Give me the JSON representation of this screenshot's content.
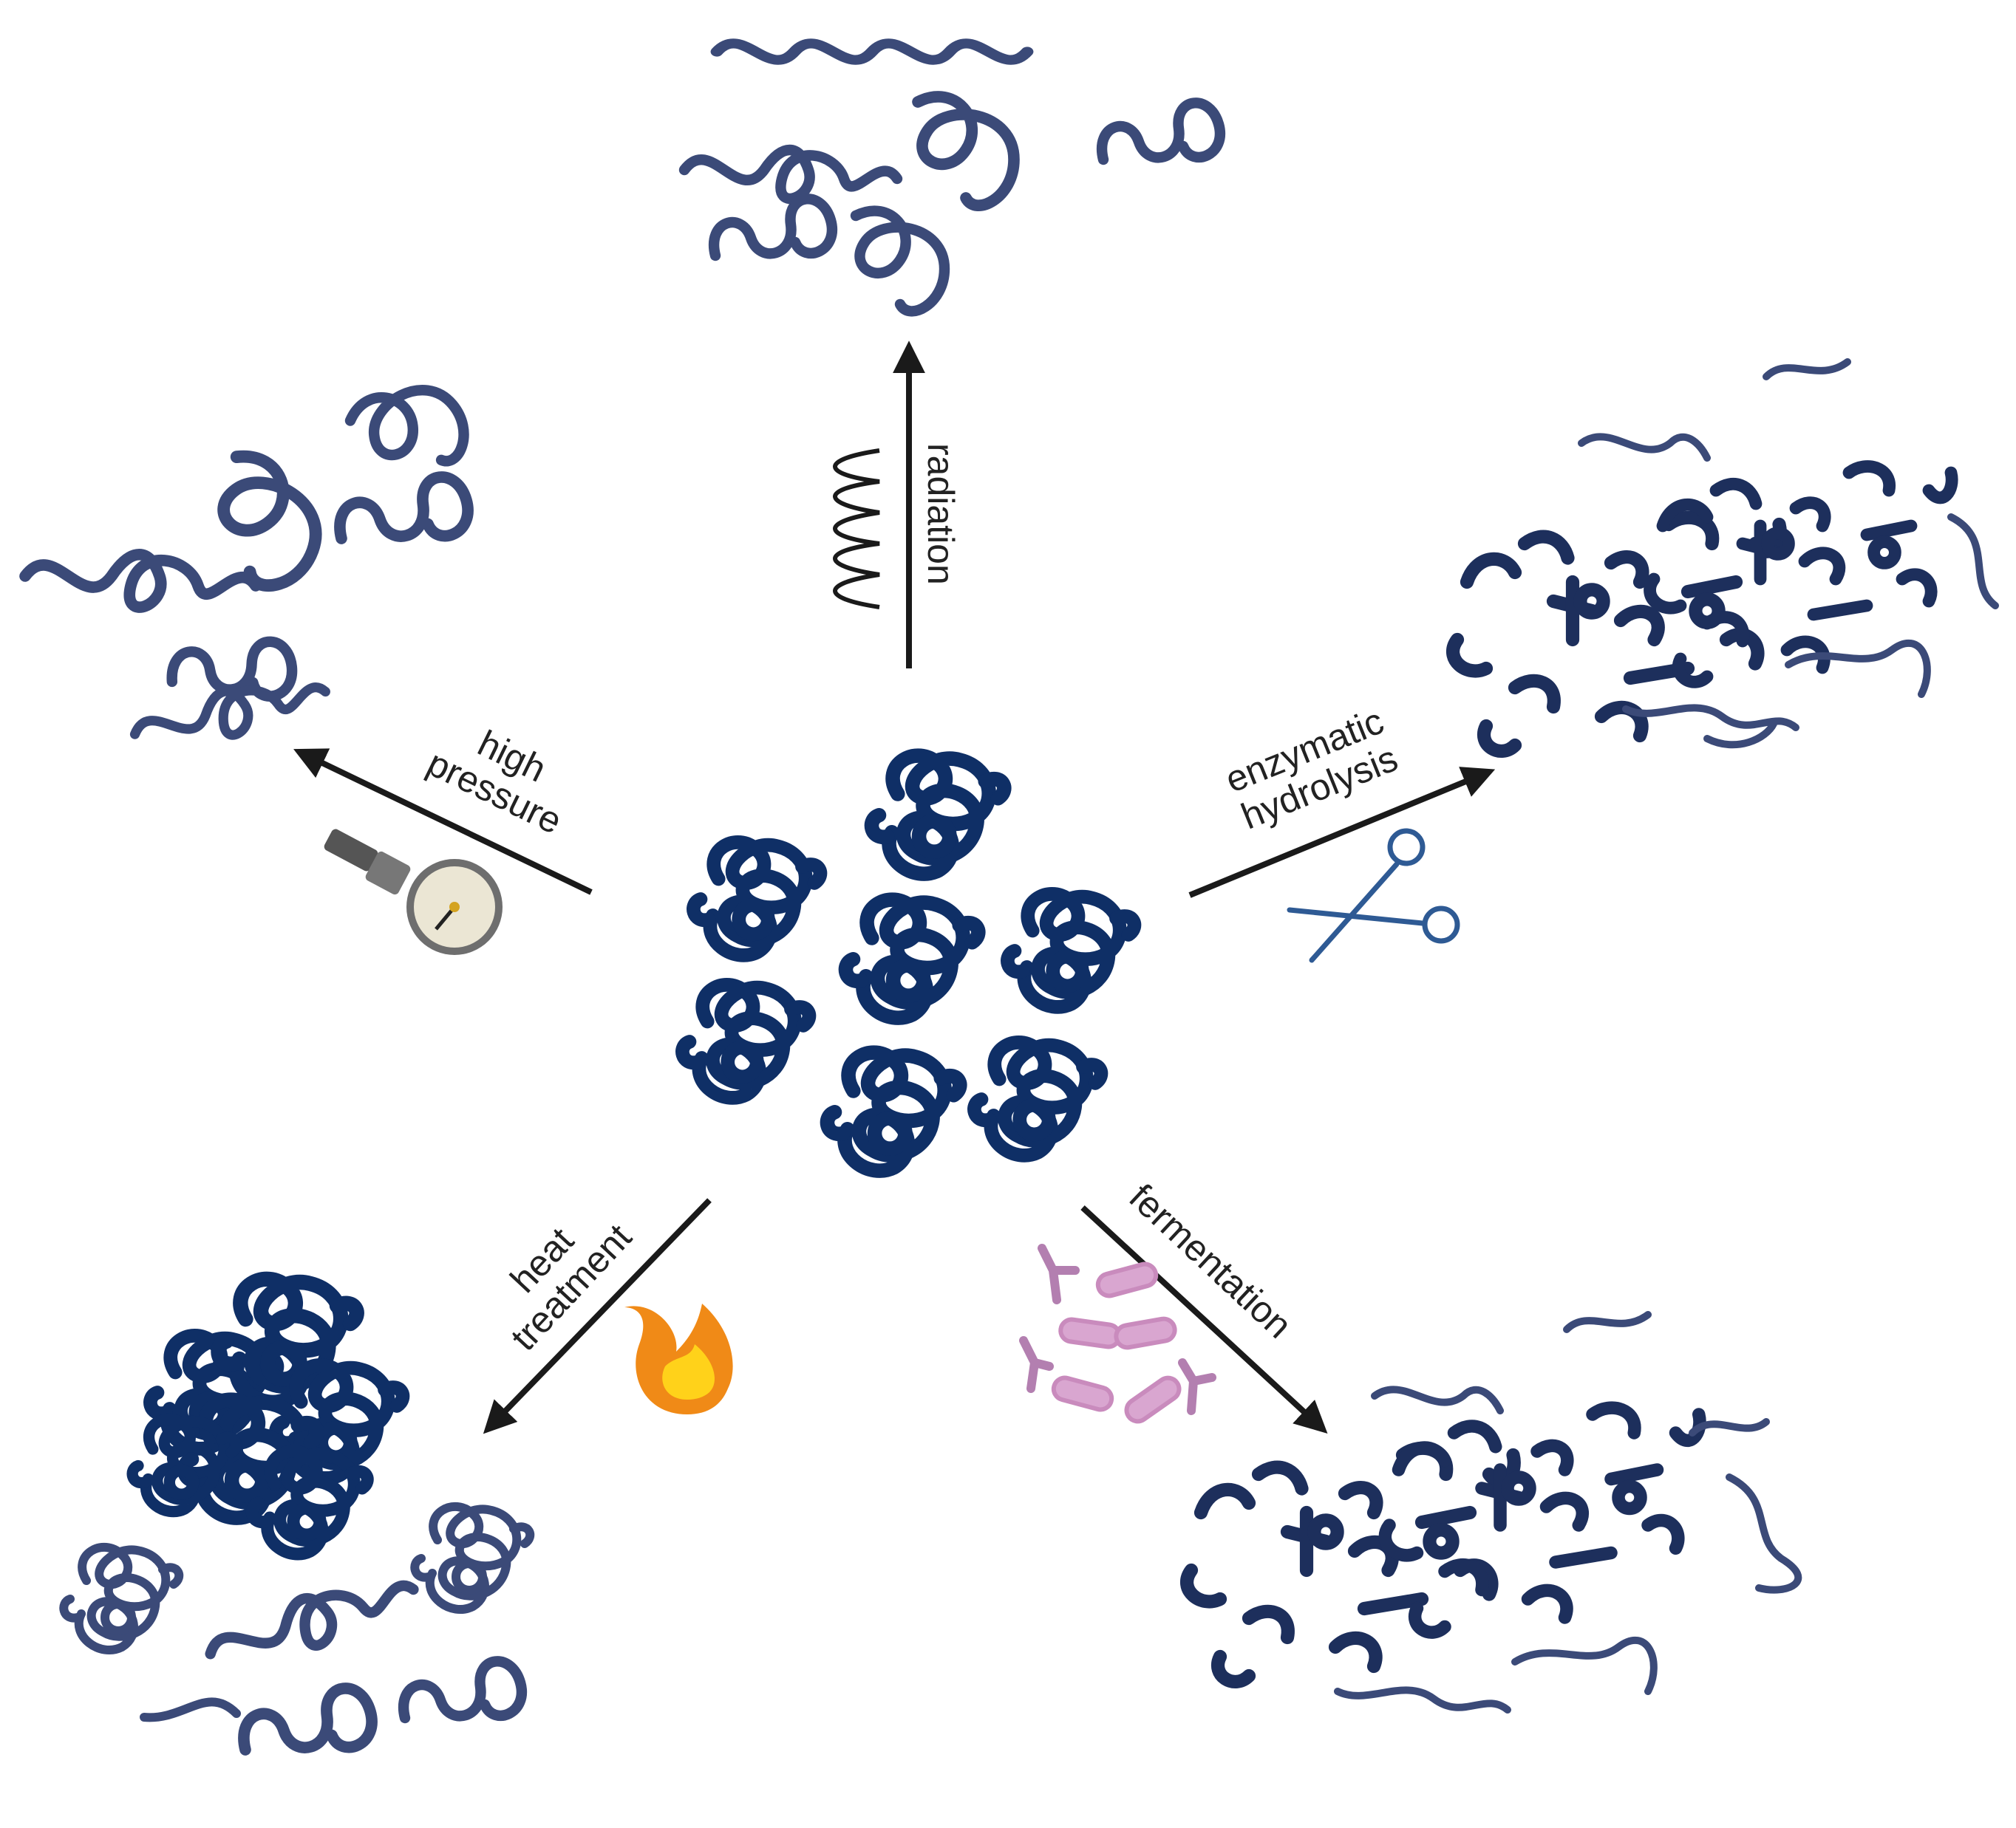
{
  "treatments": {
    "radiation": {
      "label": "radiation"
    },
    "high_pressure": {
      "label_line1": "high",
      "label_line2": "pressure"
    },
    "enzymatic_hydrolysis": {
      "label_line1": "enzymatic",
      "label_line2": "hydrolysis"
    },
    "heat_treatment": {
      "label_line1": "heat",
      "label_line2": "treatment"
    },
    "fermentation": {
      "label": "fermentation"
    }
  },
  "icons": [
    "wave-icon",
    "pressure-gauge-icon",
    "scissors-icon",
    "flame-icon",
    "microbes-icon"
  ],
  "colors": {
    "native_protein": "#0f2f66",
    "unfolded_protein": "#3b4a78",
    "arrow": "#1a1a1a",
    "flame_outer": "#f08a17",
    "flame_inner": "#ffd21a",
    "microbe": "#c98bbd",
    "scissors": "#2e5a94"
  }
}
